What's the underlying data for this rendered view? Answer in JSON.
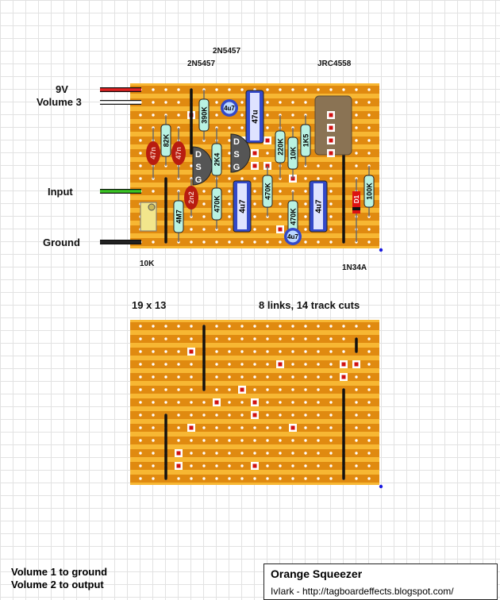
{
  "labels": {
    "jfet_top": "2N5457",
    "jfet_left": "2N5457",
    "opamp": "JRC4558",
    "wire_9v": "9V",
    "wire_vol3": "Volume 3",
    "wire_input": "Input",
    "wire_ground": "Ground",
    "pot_value": "10K",
    "diode_value": "1N34A",
    "board_size": "19 x 13",
    "link_summary": "8 links, 14 track cuts"
  },
  "components": {
    "r_390k": "390K",
    "r_82k": "82K",
    "r_2k4": "2K4",
    "r_220k": "220K",
    "r_10k": "10K",
    "r_1k5": "1K5",
    "r_470k_a": "470K",
    "r_470k_b": "470K",
    "r_470k_c": "470K",
    "r_4m7": "4M7",
    "r_100k": "100K",
    "c_47n_a": "47n",
    "c_47n_b": "47n",
    "c_2n2": "2n2",
    "c_4u7_top": "4u7",
    "c_47u": "47u",
    "c_4u7_mid": "4u7",
    "c_4u7_right": "4u7",
    "c_4u7_bottom": "4u7",
    "diode": "D1",
    "jfet_pins": "DSG"
  },
  "notes": {
    "line1": "Volume 1 to ground",
    "line2": "Volume 2 to output"
  },
  "info": {
    "title": "Orange Squeezer",
    "credit": "IvIark - http://tagboardeffects.blogspot.com/"
  },
  "colors": {
    "board": "#f7b733",
    "track": "#e08a10",
    "wire_red": "#e32222",
    "wire_green": "#39c423",
    "resistor": "#b9f2e2",
    "elco": "#3349c9",
    "cap_ceramic": "#b81c10"
  }
}
